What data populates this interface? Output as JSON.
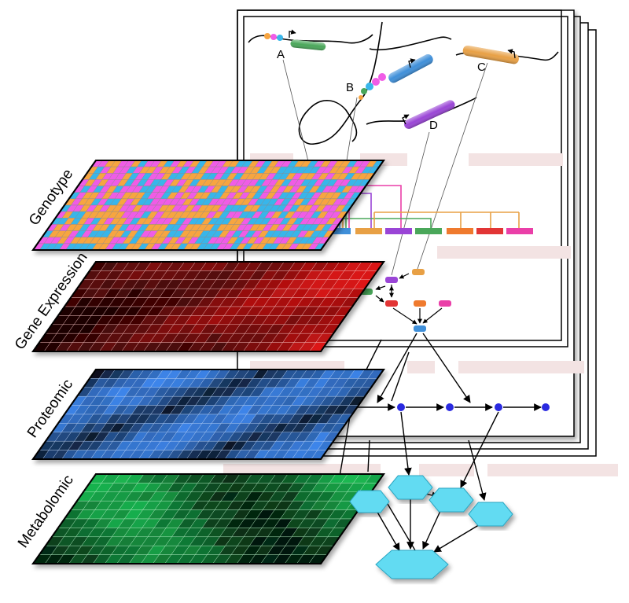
{
  "layers": [
    {
      "id": "genotype",
      "label": "Genotype"
    },
    {
      "id": "expression",
      "label": "Gene Expression"
    },
    {
      "id": "proteomic",
      "label": "Proteomic"
    },
    {
      "id": "metabolomic",
      "label": "Metabolomic"
    }
  ],
  "gene_labels": [
    "A",
    "B",
    "C",
    "D"
  ],
  "colors": {
    "genotype": [
      "#f7a541",
      "#f05ce6",
      "#39b6ea"
    ],
    "expression_base": "#d11414",
    "proteomic_base": "#3a7fe0",
    "metabolomic_base": "#18a84a",
    "hexagon": "#62dbf2",
    "node": "#2a2ae0",
    "gene_a": "#4aa75a",
    "gene_b": "#3f8fd9",
    "gene_c": "#e8a045",
    "gene_d": "#9a45d6"
  },
  "gene_bar_colors": [
    "#3f8fd9",
    "#e8a045",
    "#9a45d6",
    "#4aa75a",
    "#ef7a2e",
    "#e23535",
    "#ea3fa8"
  ]
}
